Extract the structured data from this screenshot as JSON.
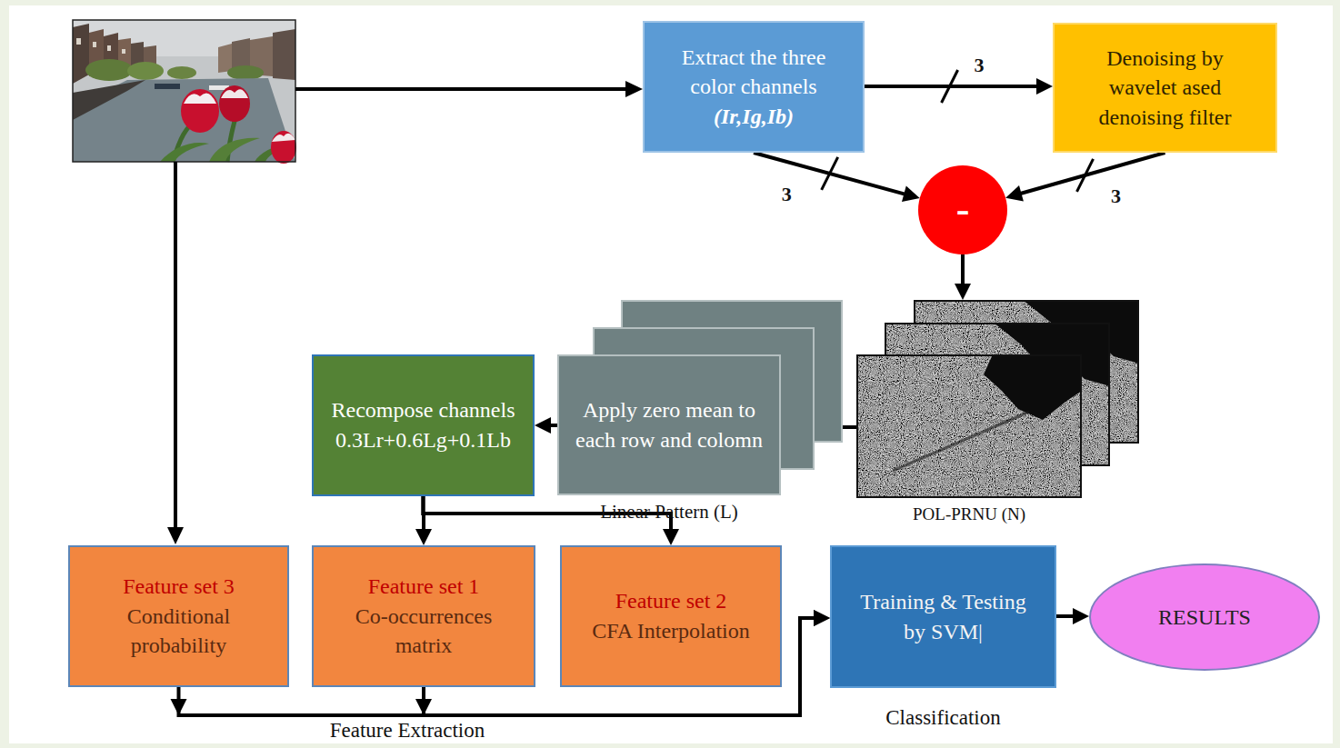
{
  "diagram": {
    "nodes": [
      {
        "text": [
          "Extract the three color channels",
          "(Ir,Ig,Ib)"
        ]
      },
      {
        "text": [
          "Denoising by wavelet ased denoising filter"
        ]
      },
      {
        "text": [
          "-"
        ]
      },
      {
        "text": [
          "POL-PRNU (N)"
        ]
      },
      {
        "text": [
          "Apply zero mean to each row and colomn",
          "Linear Pattern (L)"
        ]
      },
      {
        "text": [
          "Recompose channels 0.3Lr+0.6Lg+0.1Lb"
        ]
      },
      {
        "text": [
          "Feature set 3",
          "Conditional probability"
        ]
      },
      {
        "text": [
          "Feature set 1",
          "Co-occurrences matrix"
        ]
      },
      {
        "text": [
          "Feature set 2",
          "CFA Interpolation"
        ]
      },
      {
        "text": [
          "Training & Testing by SVM|",
          "Classification"
        ]
      },
      {
        "text": [
          "RESULTS"
        ]
      }
    ],
    "edges": [
      {
        "from": 0,
        "to": 1,
        "arrow": "to",
        "label": "3"
      },
      {
        "from": 0,
        "to": 2,
        "arrow": "to",
        "label": "3"
      },
      {
        "from": 1,
        "to": 2,
        "arrow": "to",
        "label": "3"
      },
      {
        "from": 2,
        "to": 3,
        "arrow": "to"
      },
      {
        "from": 3,
        "to": 4,
        "arrow": "to"
      },
      {
        "from": 4,
        "to": 5,
        "arrow": "to"
      },
      {
        "from": 5,
        "to": 7,
        "arrow": "to"
      },
      {
        "from": 5,
        "to": 8,
        "arrow": "to"
      },
      {
        "from": 6,
        "to": 9,
        "arrow": "to"
      },
      {
        "from": 7,
        "to": 9,
        "arrow": "to"
      },
      {
        "from": 9,
        "to": 10,
        "arrow": "to"
      }
    ],
    "labels": [
      "Feature Extraction"
    ]
  }
}
